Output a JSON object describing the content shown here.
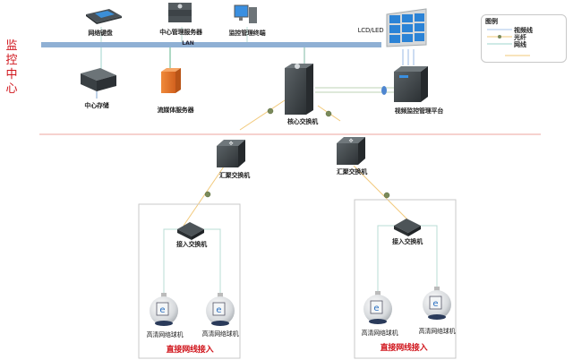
{
  "section_title": "监控中心",
  "lan_label": "LAN",
  "legend": {
    "title": "图例",
    "items": [
      {
        "label": "视频线",
        "color": "#a9c4e8",
        "type": "video-line"
      },
      {
        "label": "光纤",
        "color": "#f2c97a",
        "type": "fiber"
      },
      {
        "label": "网线",
        "color": "#9fd4cc",
        "type": "network-line"
      }
    ]
  },
  "devices": {
    "network_keyboard": "网络键盘",
    "central_mgmt_server": "中心管理服务器",
    "monitor_terminal": "监控管理终端",
    "lcd_led": "LCD/LED",
    "central_storage": "中心存储",
    "streaming_server": "流媒体服务器",
    "core_switch": "核心交换机",
    "video_platform": "视频监控管理平台",
    "agg_switch_1": "汇聚交换机",
    "agg_switch_2": "汇聚交换机",
    "access_switch_1": "接入交换机",
    "access_switch_2": "接入交换机",
    "camera_1": "高清网络球机",
    "camera_2": "高清网络球机",
    "camera_3": "高清网络球机",
    "camera_4": "高清网络球机"
  },
  "zones": {
    "left_caption": "直接网线接入",
    "right_caption": "直接网线接入"
  },
  "colors": {
    "accent_red": "#d0141b",
    "lan_bar": "#8fb0d4",
    "fiber": "#f2c97a",
    "network": "#9fd4cc",
    "video": "#a9c4e8",
    "divider": "#f0b8b0"
  }
}
